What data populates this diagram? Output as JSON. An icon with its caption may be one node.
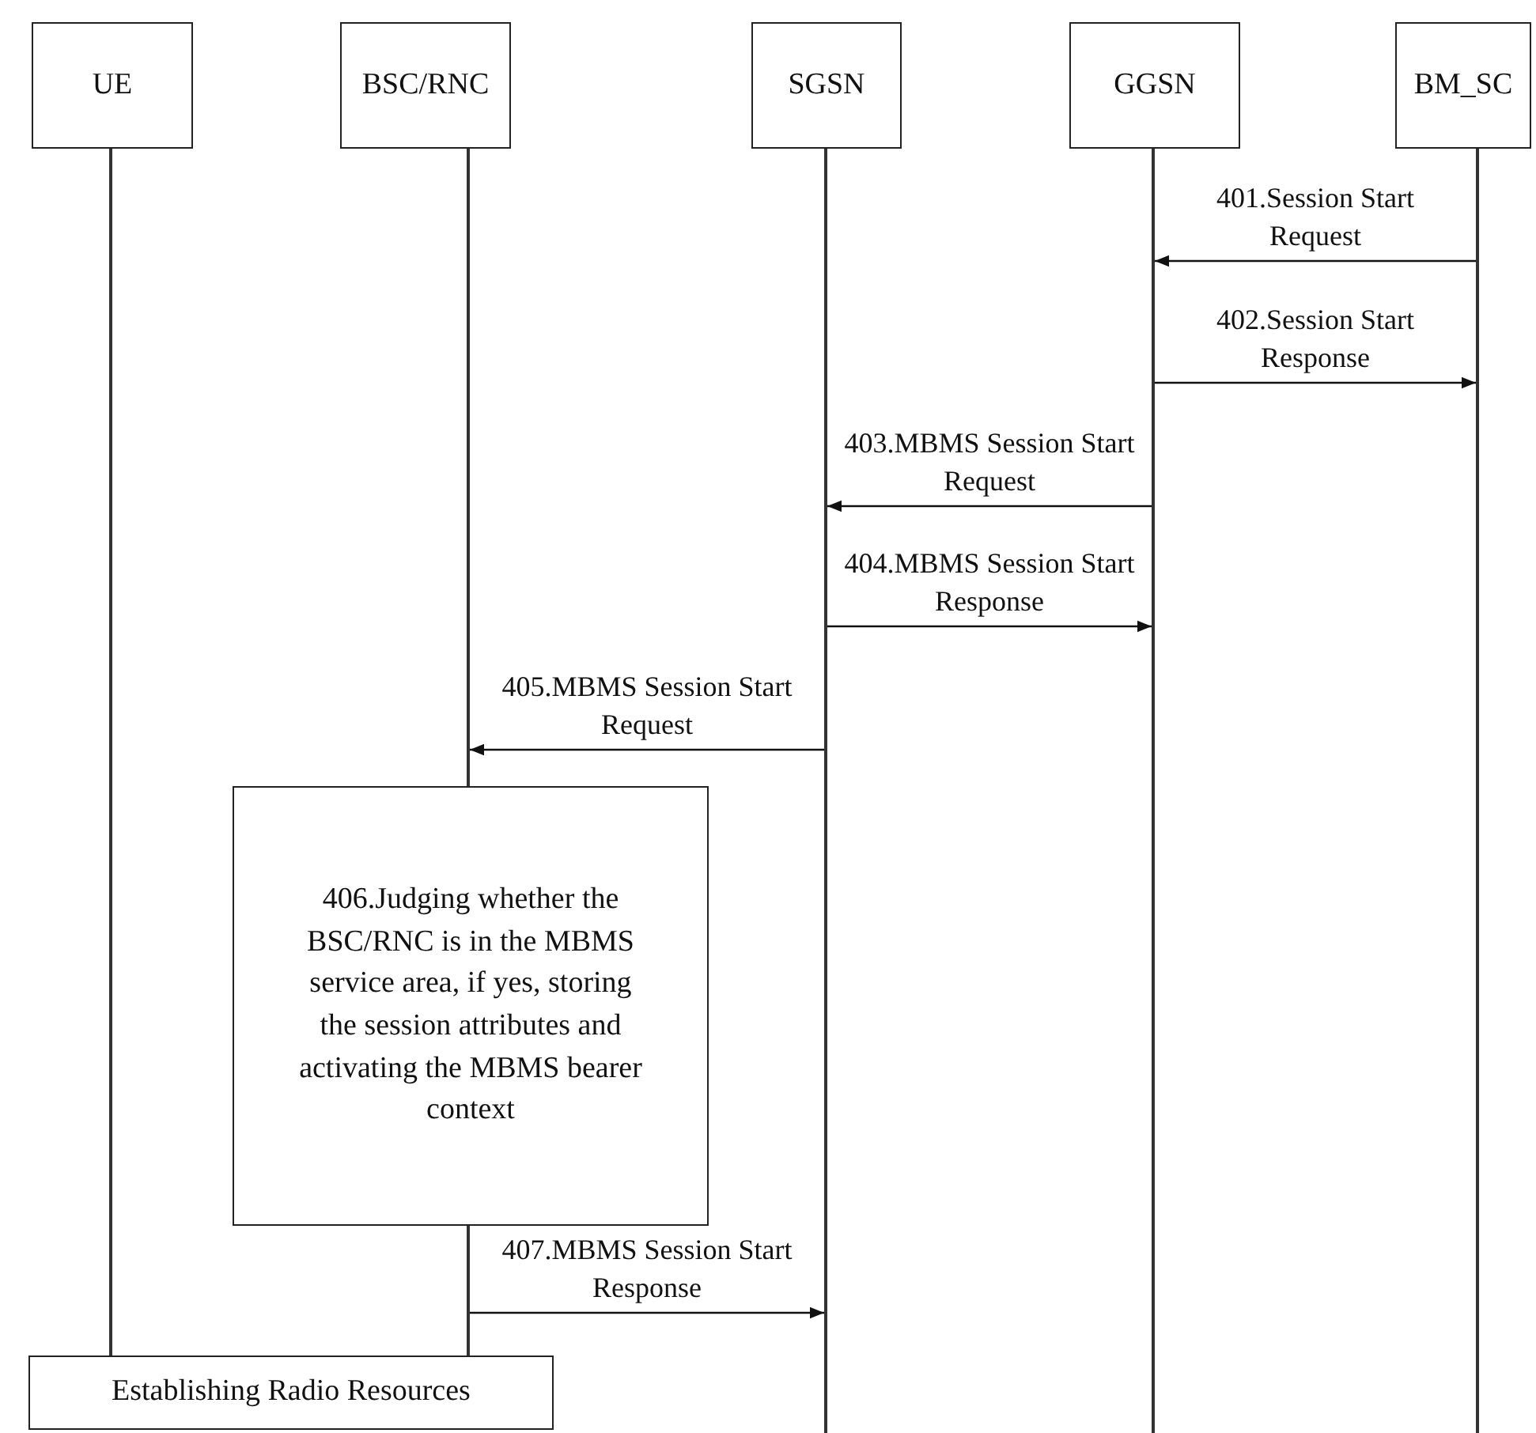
{
  "diagram": {
    "nodes": [
      {
        "text": [
          "UE"
        ]
      },
      {
        "text": [
          "BSC/RNC"
        ]
      },
      {
        "text": [
          "SGSN"
        ]
      },
      {
        "text": [
          "GGSN"
        ]
      },
      {
        "text": [
          "BM_SC"
        ]
      },
      {
        "text": [
          "406.Judging whether the BSC/RNC is in the MBMS service area, if yes, storing the session attributes and activating the MBMS bearer context"
        ]
      },
      {
        "text": [
          "Establishing Radio Resources"
        ]
      },
      {
        "text": [],
        "shape": "bar"
      },
      {
        "text": [],
        "shape": "bar"
      },
      {
        "text": [],
        "shape": "bar"
      },
      {
        "text": [],
        "shape": "bar"
      },
      {
        "text": [],
        "shape": "bar"
      },
      {
        "text": [],
        "shape": "bar"
      }
    ],
    "edges": [
      {
        "from": 12,
        "to": 11,
        "arrow": "to",
        "label": "401.Session Start Request"
      },
      {
        "from": 11,
        "to": 12,
        "arrow": "to",
        "label": "402.Session Start Response"
      },
      {
        "from": 11,
        "to": 10,
        "arrow": "to",
        "label": "403.MBMS Session Start Request"
      },
      {
        "from": 10,
        "to": 11,
        "arrow": "to",
        "label": "404.MBMS Session Start Response"
      },
      {
        "from": 10,
        "to": 8,
        "arrow": "to",
        "label": "405.MBMS Session Start Request"
      },
      {
        "from": 9,
        "to": 10,
        "arrow": "to",
        "label": "407.MBMS Session Start Response"
      }
    ]
  }
}
